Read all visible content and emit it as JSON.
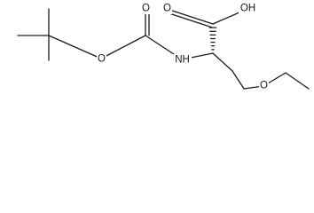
{
  "molecule": {
    "labels": {
      "o_ester": "O",
      "o_carbonyl_boc": "O",
      "nh": "NH",
      "o_acid_carbonyl": "O",
      "oh": "OH",
      "o_ether": "O"
    },
    "colors": {
      "bond": "#1a1a1a",
      "text": "#1a1a1a",
      "background": "#ffffff"
    }
  }
}
